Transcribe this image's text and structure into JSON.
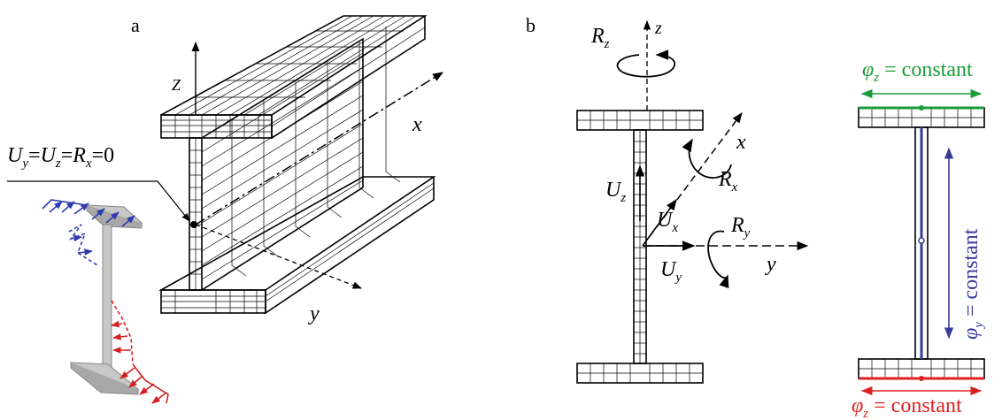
{
  "panels": {
    "a": {
      "label": "a"
    },
    "b": {
      "label": "b"
    }
  },
  "axes": {
    "x": "x",
    "y": "y",
    "z": "z",
    "Z": "Z"
  },
  "boundary_condition": {
    "u": "U",
    "sub_y": "y",
    "eq1": "=",
    "sub_z": "z",
    "eq2": "=",
    "r": "R",
    "sub_x": "x",
    "zero": "=0"
  },
  "dof_labels": {
    "Rz": {
      "base": "R",
      "sub": "z"
    },
    "Rx": {
      "base": "R",
      "sub": "x"
    },
    "Ry": {
      "base": "R",
      "sub": "y"
    },
    "Uz": {
      "base": "U",
      "sub": "z"
    },
    "Ux": {
      "base": "U",
      "sub": "x"
    },
    "Uy": {
      "base": "U",
      "sub": "y"
    }
  },
  "constraints": {
    "top": {
      "phi": "φ",
      "sub": "z",
      "text": " = constant",
      "color": "#1a9c3a"
    },
    "web": {
      "phi": "φ",
      "sub": "y",
      "text": " = constant",
      "color": "#3a3a9a"
    },
    "bottom": {
      "phi": "φ",
      "sub": "z",
      "text": " = constant",
      "color": "#e02020"
    }
  },
  "colors": {
    "blue_loads": "#2e3bb0",
    "red_loads": "#d42020",
    "section_fill": "#c8c8c8"
  }
}
